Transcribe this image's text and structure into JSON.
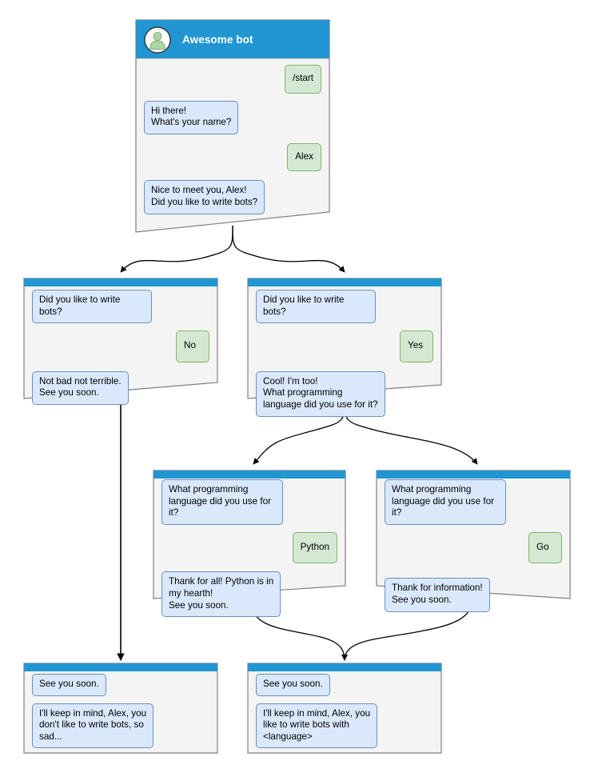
{
  "diagram": {
    "kind": "bot-conversation-flowchart",
    "colors": {
      "header_blue": "#2196d3",
      "node_background": "#f4f4f4",
      "node_border": "#7f7f7f",
      "bot_bubble_fill": "#dae8fc",
      "bot_bubble_border": "#6c8ebf",
      "user_bubble_fill": "#d5e8d4",
      "user_bubble_border": "#82b366",
      "edge": "#000000",
      "avatar_ring": "#ffffff",
      "avatar_person": "#aed5a5",
      "canvas": "#ffffff"
    },
    "nodes": [
      {
        "id": "root",
        "data_name": "chat-node-root",
        "title": "Awesome bot",
        "has_header": true,
        "avatar_icon": "person-avatar-icon",
        "messages": [
          {
            "side": "user",
            "text": "/start"
          },
          {
            "side": "bot",
            "text": "Hi there!\nWhat's your name?"
          },
          {
            "side": "user",
            "text": "Alex"
          },
          {
            "side": "bot",
            "text": "Nice to meet you, Alex!\nDid you like to write bots?"
          }
        ]
      },
      {
        "id": "no-branch",
        "data_name": "chat-node-no-branch",
        "title": "",
        "has_header": false,
        "messages": [
          {
            "side": "bot",
            "text": "Did you like to write bots?"
          },
          {
            "side": "user",
            "text": "No"
          },
          {
            "side": "bot",
            "text": "Not bad not terrible.\nSee you soon."
          }
        ]
      },
      {
        "id": "yes-branch",
        "data_name": "chat-node-yes-branch",
        "title": "",
        "has_header": false,
        "messages": [
          {
            "side": "bot",
            "text": "Did you like to write bots?"
          },
          {
            "side": "user",
            "text": "Yes"
          },
          {
            "side": "bot",
            "text": "Cool! I'm too!\nWhat programming\nlanguage did you use for it?"
          }
        ]
      },
      {
        "id": "python-branch",
        "data_name": "chat-node-python-branch",
        "title": "",
        "has_header": false,
        "messages": [
          {
            "side": "bot",
            "text": "What programming\nlanguage did you use for it?"
          },
          {
            "side": "user",
            "text": "Python"
          },
          {
            "side": "bot",
            "text": "Thank for all! Python is in\nmy hearth!\nSee you soon."
          }
        ]
      },
      {
        "id": "go-branch",
        "data_name": "chat-node-go-branch",
        "title": "",
        "has_header": false,
        "messages": [
          {
            "side": "bot",
            "text": "What programming\nlanguage did you use for it?"
          },
          {
            "side": "user",
            "text": "Go"
          },
          {
            "side": "bot",
            "text": "Thank for information!\nSee you soon."
          }
        ]
      },
      {
        "id": "end-sad",
        "data_name": "chat-node-end-sad",
        "title": "",
        "has_header": false,
        "messages": [
          {
            "side": "bot",
            "text": "See you soon."
          },
          {
            "side": "bot",
            "text": "I'll keep in mind, Alex, you\ndon't like to write bots, so\nsad..."
          }
        ]
      },
      {
        "id": "end-happy",
        "data_name": "chat-node-end-happy",
        "title": "",
        "has_header": false,
        "messages": [
          {
            "side": "bot",
            "text": "See you soon."
          },
          {
            "side": "bot",
            "text": "I'll keep in mind, Alex, you\nlike to write bots with\n<language>"
          }
        ]
      }
    ],
    "edges": [
      {
        "from": "root",
        "to": "no-branch",
        "data_name": "edge-root-to-no"
      },
      {
        "from": "root",
        "to": "yes-branch",
        "data_name": "edge-root-to-yes"
      },
      {
        "from": "yes-branch",
        "to": "python-branch",
        "data_name": "edge-yes-to-python"
      },
      {
        "from": "yes-branch",
        "to": "go-branch",
        "data_name": "edge-yes-to-go"
      },
      {
        "from": "no-branch",
        "to": "end-sad",
        "data_name": "edge-no-to-end-sad"
      },
      {
        "from": "python-branch",
        "to": "end-happy",
        "data_name": "edge-python-to-end-happy"
      },
      {
        "from": "go-branch",
        "to": "end-happy",
        "data_name": "edge-go-to-end-happy"
      }
    ]
  }
}
